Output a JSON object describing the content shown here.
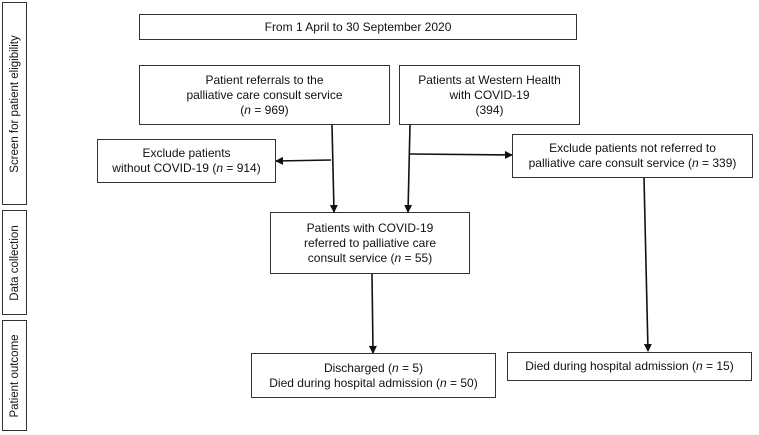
{
  "side_labels": {
    "eligibility": "Screen for patient eligibility",
    "data_collection": "Data collection",
    "outcome": "Patient outcome"
  },
  "boxes": {
    "period": {
      "line1": "From 1 April to 30 September 2020"
    },
    "referrals": {
      "line1": "Patient referrals to the",
      "line2": "palliative care consult service",
      "n_prefix": "(",
      "n_symbol": "n",
      "n_value": " = 969)"
    },
    "western_health": {
      "line1": "Patients at Western Health",
      "line2": "with COVID-19",
      "n_value": "(394)"
    },
    "exclude_no_covid": {
      "line1": "Exclude patients",
      "line2_prefix": "without COVID-19 (",
      "n_symbol": "n",
      "n_value": " = 914)"
    },
    "exclude_not_referred": {
      "line1": "Exclude patients not referred to",
      "line2_prefix": "palliative care consult service (",
      "n_value": " = 339)",
      "n_symbol": "n"
    },
    "covid_referred": {
      "line1": "Patients with COVID-19",
      "line2": "referred to palliative care",
      "line3_prefix": "consult service (",
      "n_symbol": "n",
      "n_value": " = 55)"
    },
    "outcome_referred": {
      "line1_prefix": "Discharged (",
      "line1_symbol": "n",
      "line1_value": " = 5)",
      "line2_prefix": "Died during hospital admission (",
      "line2_symbol": "n",
      "line2_value": " = 50)"
    },
    "outcome_not_referred": {
      "line1_prefix": "Died during hospital admission (",
      "line1_symbol": "n",
      "line1_value": " = 15)"
    }
  }
}
